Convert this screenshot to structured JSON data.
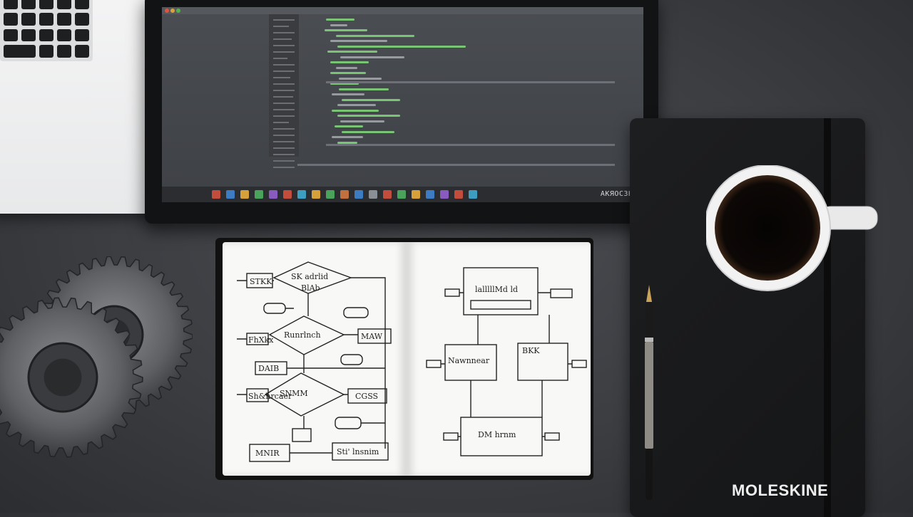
{
  "brand": {
    "label": "MOLESKINE"
  },
  "monitor": {
    "clock_text": "АКЯОСЗНЯ"
  },
  "sketch": {
    "left_labels": [
      "STKK",
      "SK adrlid",
      "BlAb",
      "FhXkx",
      "Runrlnch",
      "MAW",
      "DAIB",
      "Sh&hrcaer",
      "CGSS",
      "SNMM",
      "MNIR",
      "Sti' lnsnim"
    ],
    "right_labels": [
      "lalllllMd ld",
      "Nawnnear",
      "BKK",
      "DM hrnm"
    ]
  },
  "colors": {
    "desk": "#3b3d41",
    "screen": "#44474c",
    "code_green": "#7fd27a",
    "notebook": "#1a1b1d",
    "paper": "#f8f8f6",
    "cup": "#f2f2f2",
    "coffee": "#0a0706"
  },
  "icons": [
    "keyboard-icon",
    "gear-icon",
    "coffee-cup-icon",
    "fountain-pen-icon"
  ]
}
